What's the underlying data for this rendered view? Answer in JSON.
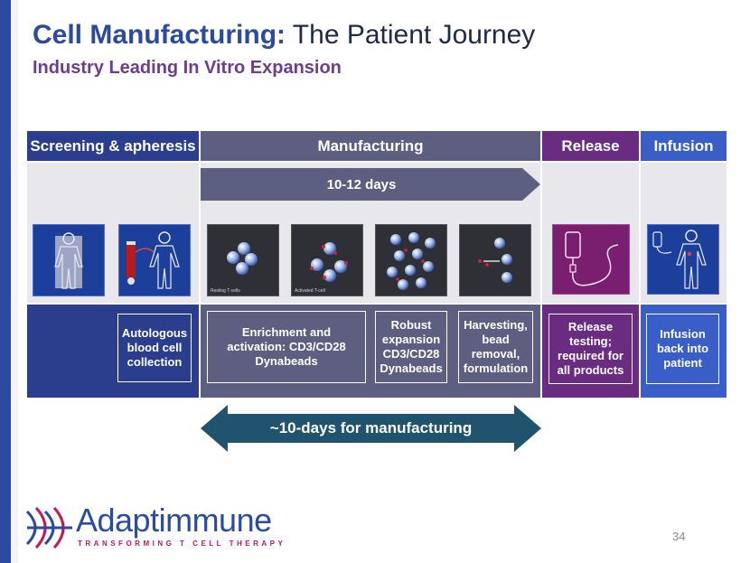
{
  "title": {
    "strong": "Cell Manufacturing:",
    "rest": " The Patient Journey"
  },
  "subtitle": "Industry Leading In Vitro Expansion",
  "stages": {
    "screening": "Screening & apheresis",
    "manufacturing": "Manufacturing",
    "release": "Release",
    "infusion": "Infusion"
  },
  "days_arrow": "10-12 days",
  "image_captions": {
    "resting": "Resting T-cells",
    "activated": "Activated T-cell"
  },
  "steps": {
    "collection": "Autologous blood cell collection",
    "enrichment": "Enrichment and activation: CD3/CD28 Dynabeads",
    "expansion": "Robust expansion CD3/CD28 Dynabeads",
    "harvesting": "Harvesting, bead removal, formulation",
    "release_testing": "Release testing; required for all products",
    "infusion": "Infusion back into patient"
  },
  "manufacturing_arrow": "~10-days for manufacturing",
  "logo": {
    "name": "Adaptimmune",
    "tagline": "TRANSFORMING T CELL THERAPY"
  },
  "page_number": "34",
  "colors": {
    "screening": "#2b3e8e",
    "manufacturing": "#5d5f80",
    "release": "#6a2c80",
    "infusion": "#3a5ec8",
    "band": "#e8e8ec"
  },
  "icons": [
    "body-outline-icon",
    "blood-collection-icon",
    "t-cells-icon",
    "iv-bag-icon",
    "infusion-body-icon",
    "adaptimmune-logo-icon"
  ]
}
